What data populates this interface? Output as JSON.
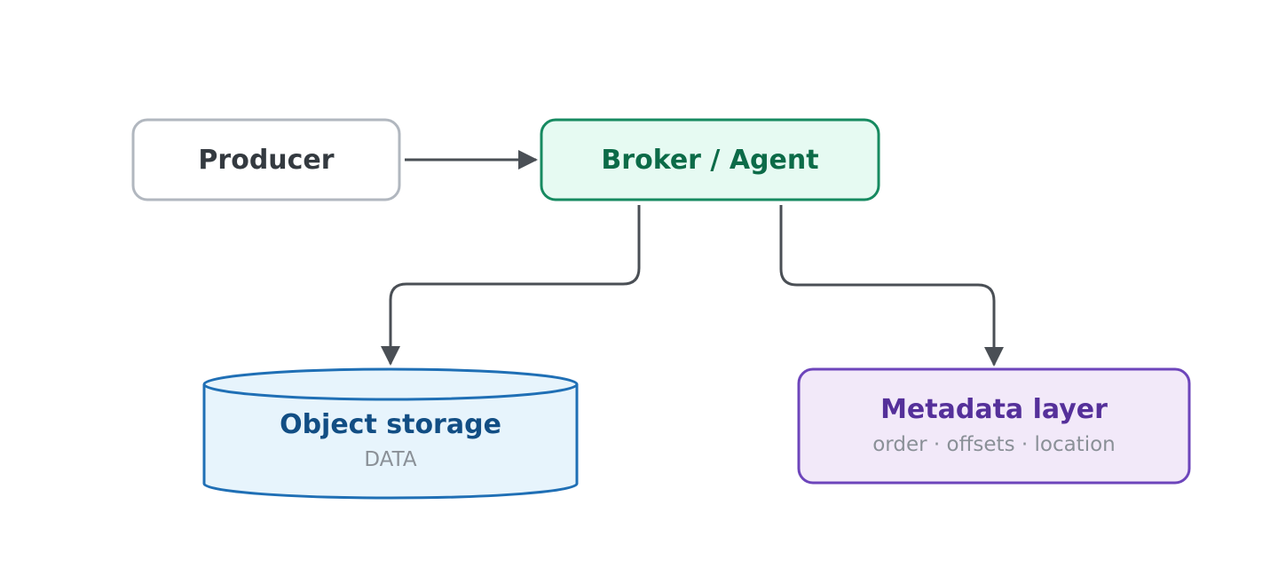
{
  "nodes": {
    "producer": {
      "label": "Producer"
    },
    "broker": {
      "label": "Broker / Agent"
    },
    "object_storage": {
      "label": "Object storage",
      "sublabel": "DATA"
    },
    "metadata": {
      "label": "Metadata layer",
      "sublabel": "order · offsets · location"
    }
  },
  "colors": {
    "producer_border": "#b1b7bf",
    "producer_fill": "#ffffff",
    "producer_text": "#343a40",
    "broker_border": "#168a60",
    "broker_fill": "#e6faf2",
    "broker_text": "#0c6b48",
    "storage_border": "#1f6fb5",
    "storage_fill": "#e7f4fc",
    "storage_text": "#124e84",
    "metadata_border": "#6d45bb",
    "metadata_fill": "#f2e9f9",
    "metadata_text": "#55309a",
    "sublabel_text": "#8a9097",
    "arrow": "#4a4f55"
  }
}
